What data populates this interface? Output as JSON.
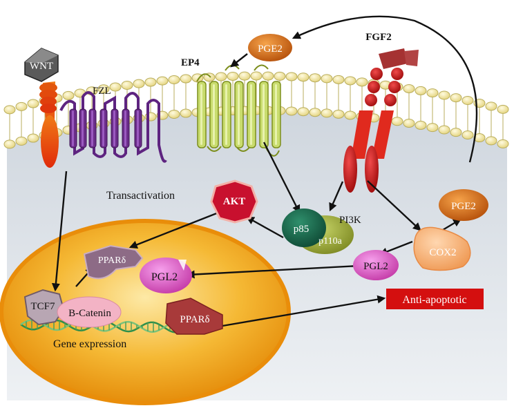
{
  "labels": {
    "wnt": "WNT",
    "fzl": "FZL",
    "pge2_top": "PGE2",
    "ep4": "EP4",
    "fgf2": "FGF2",
    "transactivation": "Transactivation",
    "akt": "AKT",
    "p85": "p85",
    "p110a": "p110a",
    "pi3k": "PI3K",
    "pge2_right": "PGE2",
    "cox2": "COX2",
    "pgl2_cyto": "PGL2",
    "pgl2_nuc": "PGL2",
    "ppard_upper": "PPARδ",
    "ppard_lower": "PPARδ",
    "tcf7": "TCF7",
    "b_catenin": "B-Catenin",
    "gene_expression": "Gene expression",
    "anti_apoptotic": "Anti-apoptotic"
  },
  "colors": {
    "membrane_head": "#f3e9a8",
    "membrane_outline": "#b9ad5c",
    "cytoplasm": "#dfe5eb",
    "nucleus": "#f0a514",
    "nucleus_rim": "#e8900a",
    "ep4": "#c9dc6e",
    "fzl": "#6b2d8a",
    "fgf2_receptor": "#d11a1a",
    "akt": "#c8102e",
    "anti_apoptotic_bg": "#d40f0f"
  }
}
